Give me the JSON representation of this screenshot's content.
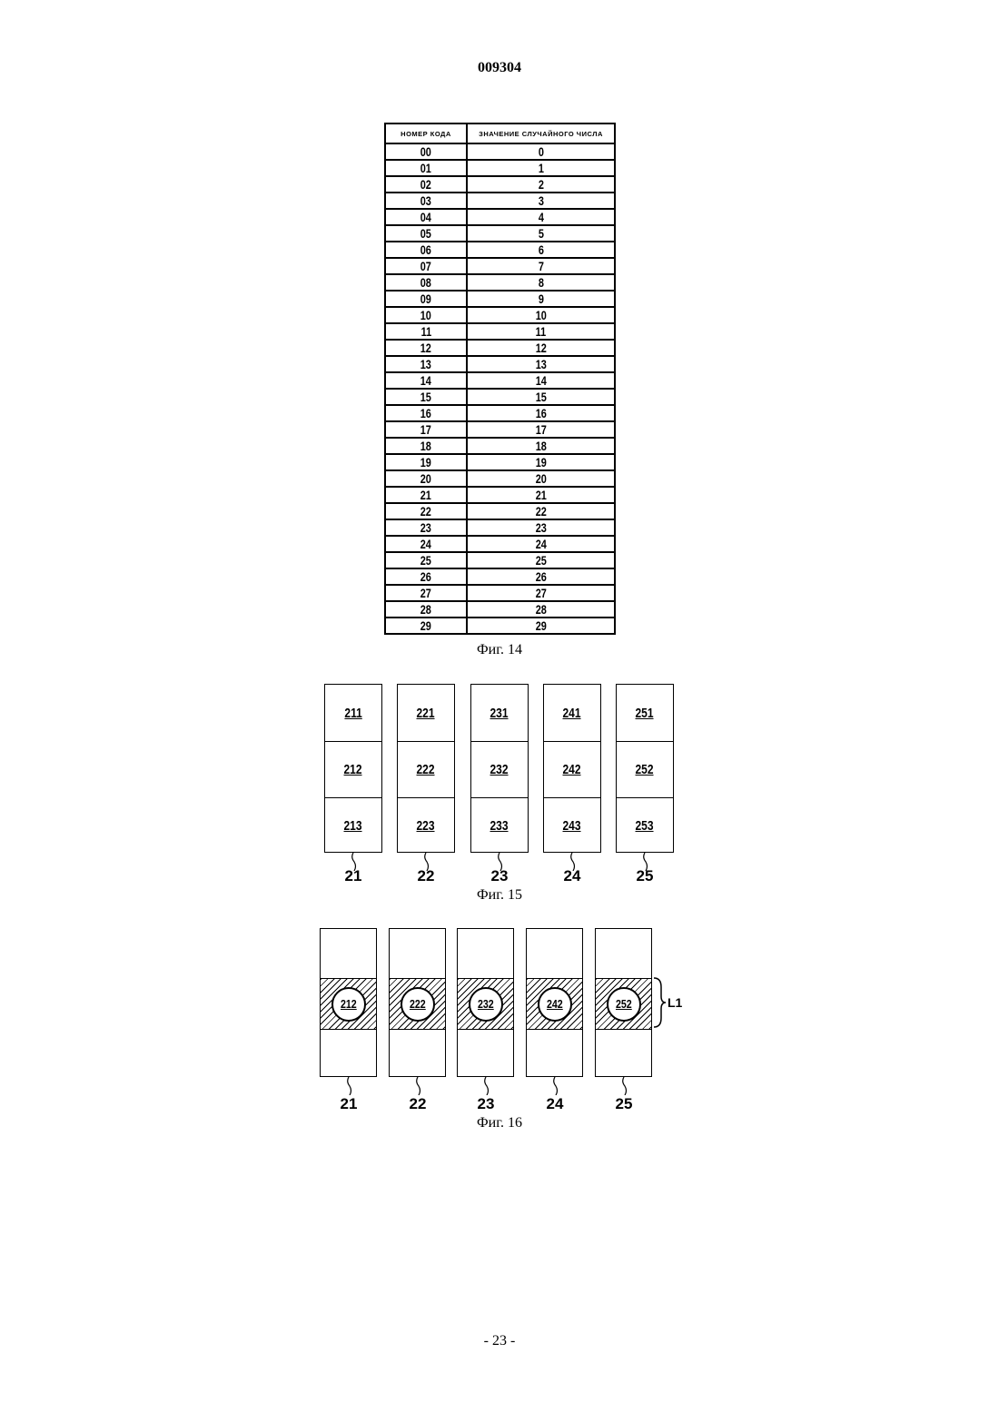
{
  "header": {
    "doc_number": "009304"
  },
  "figure14": {
    "caption": "Фиг. 14",
    "columns": [
      "НОМЕР КОДА",
      "ЗНАЧЕНИЕ СЛУЧАЙНОГО ЧИСЛА"
    ],
    "rows": [
      [
        "00",
        "0"
      ],
      [
        "01",
        "1"
      ],
      [
        "02",
        "2"
      ],
      [
        "03",
        "3"
      ],
      [
        "04",
        "4"
      ],
      [
        "05",
        "5"
      ],
      [
        "06",
        "6"
      ],
      [
        "07",
        "7"
      ],
      [
        "08",
        "8"
      ],
      [
        "09",
        "9"
      ],
      [
        "10",
        "10"
      ],
      [
        "11",
        "11"
      ],
      [
        "12",
        "12"
      ],
      [
        "13",
        "13"
      ],
      [
        "14",
        "14"
      ],
      [
        "15",
        "15"
      ],
      [
        "16",
        "16"
      ],
      [
        "17",
        "17"
      ],
      [
        "18",
        "18"
      ],
      [
        "19",
        "19"
      ],
      [
        "20",
        "20"
      ],
      [
        "21",
        "21"
      ],
      [
        "22",
        "22"
      ],
      [
        "23",
        "23"
      ],
      [
        "24",
        "24"
      ],
      [
        "25",
        "25"
      ],
      [
        "26",
        "26"
      ],
      [
        "27",
        "27"
      ],
      [
        "28",
        "28"
      ],
      [
        "29",
        "29"
      ]
    ]
  },
  "figure15": {
    "caption": "Фиг. 15",
    "reels": [
      {
        "label": "21",
        "symbols": [
          "211",
          "212",
          "213"
        ]
      },
      {
        "label": "22",
        "symbols": [
          "221",
          "222",
          "223"
        ]
      },
      {
        "label": "23",
        "symbols": [
          "231",
          "232",
          "233"
        ]
      },
      {
        "label": "24",
        "symbols": [
          "241",
          "242",
          "243"
        ]
      },
      {
        "label": "25",
        "symbols": [
          "251",
          "252",
          "253"
        ]
      }
    ]
  },
  "figure16": {
    "caption": "Фиг. 16",
    "line_label": "L1",
    "reels": [
      {
        "label": "21",
        "symbol": "212"
      },
      {
        "label": "22",
        "symbol": "222"
      },
      {
        "label": "23",
        "symbol": "232"
      },
      {
        "label": "24",
        "symbol": "242"
      },
      {
        "label": "25",
        "symbol": "252"
      }
    ]
  },
  "footer": {
    "page_number": "- 23 -"
  }
}
